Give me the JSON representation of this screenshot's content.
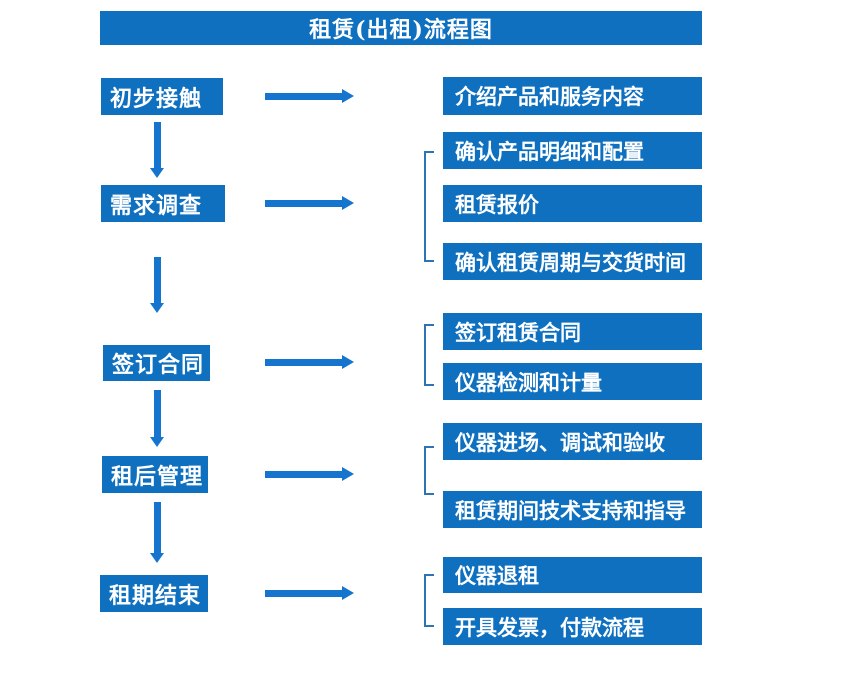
{
  "title": "租赁(出租)流程图",
  "colors": {
    "box_blue": "#0f70c0",
    "arrow_blue": "#1474ce",
    "bracket_blue": "#2e74b5",
    "text_white": "#ffffff"
  },
  "steps": [
    {
      "label": "初步接触",
      "details": [
        "介绍产品和服务内容"
      ]
    },
    {
      "label": "需求调查",
      "details": [
        "确认产品明细和配置",
        "租赁报价",
        "确认租赁周期与交货时间"
      ]
    },
    {
      "label": "签订合同",
      "details": [
        "签订租赁合同",
        "仪器检测和计量"
      ]
    },
    {
      "label": "租后管理",
      "details": [
        "仪器进场、调试和验收",
        "租赁期间技术支持和指导"
      ]
    },
    {
      "label": "租期结束",
      "details": [
        "仪器退租",
        "开具发票，付款流程"
      ]
    }
  ]
}
